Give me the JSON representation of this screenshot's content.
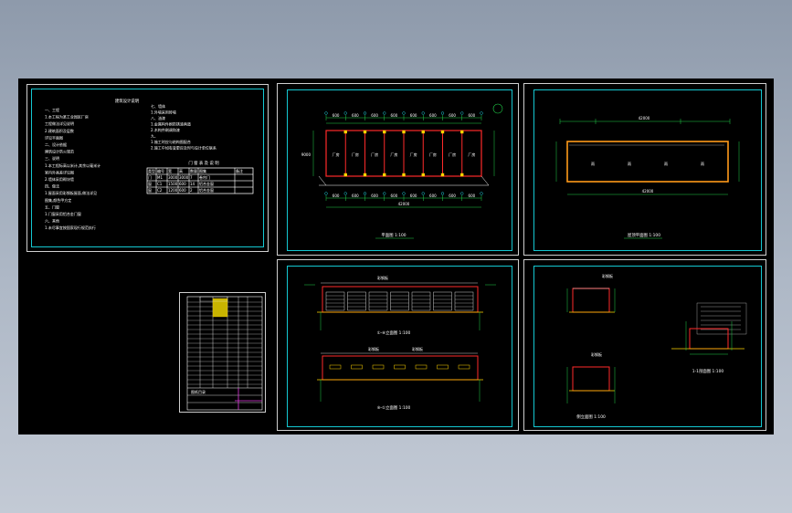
{
  "viewport": {
    "name": "cad-model-space"
  },
  "sheet1": {
    "title": "建筑设计说明",
    "notes_left": [
      "一、工程",
      "1.本工程为某工业园区厂房",
      "  工程做法详见说明",
      "2.建筑面积及层数",
      "  详见平面图",
      "二、设计依据",
      "  建筑设计防火规范",
      "三、说明",
      "1.本工程标高以米计,其余以毫米计",
      "  室内外高差详见图",
      "2.墙体采用砌块墙",
      "四、做法",
      "1.屋面采用彩钢板屋面,做法详见",
      "  图集,颜色甲方定",
      "五、门窗",
      "1.门窗采用铝合金门窗",
      "六、其他",
      "1.未尽事宜按国家现行规范执行"
    ],
    "notes_right": [
      "七、墙体",
      "1.外墙采用砖墙",
      "八、油漆",
      "1.金属构件刷防锈漆两道",
      "2.木构件刷调和漆",
      "九、",
      "1.施工时应与结构图配合",
      "2.施工中如有变更应及时与设计单位联系"
    ],
    "table_title": "门 窗 表 及 说 明",
    "table_headers": [
      "类型",
      "编号",
      "宽",
      "高",
      "数量",
      "图集",
      "备注"
    ],
    "table_rows": [
      [
        "门",
        "M1",
        "3000",
        "3000",
        "7",
        "卷帘门",
        ""
      ],
      [
        "窗",
        "C1",
        "1500",
        "600",
        "14",
        "铝合金窗",
        ""
      ],
      [
        "窗",
        "C2",
        "1200",
        "600",
        "2",
        "铝合金窗",
        ""
      ]
    ]
  },
  "sheet2": {
    "caption": "平面图 1:100",
    "dim_total": "42000",
    "dim_depth": "9000"
  },
  "sheet3": {
    "caption": "屋顶平面图 1:100",
    "dim_total": "42000"
  },
  "sheet4": {
    "caption_top": "①-⑧立面图 1:100",
    "caption_bottom": "⑧-①立面图 1:100",
    "tag": "彩钢板"
  },
  "sheet5": {
    "caption_left": "侧立面图 1:100",
    "caption_right": "1-1剖面图 1:100",
    "tag": "彩钢板"
  },
  "titleblock": {
    "label": "图纸目录"
  }
}
